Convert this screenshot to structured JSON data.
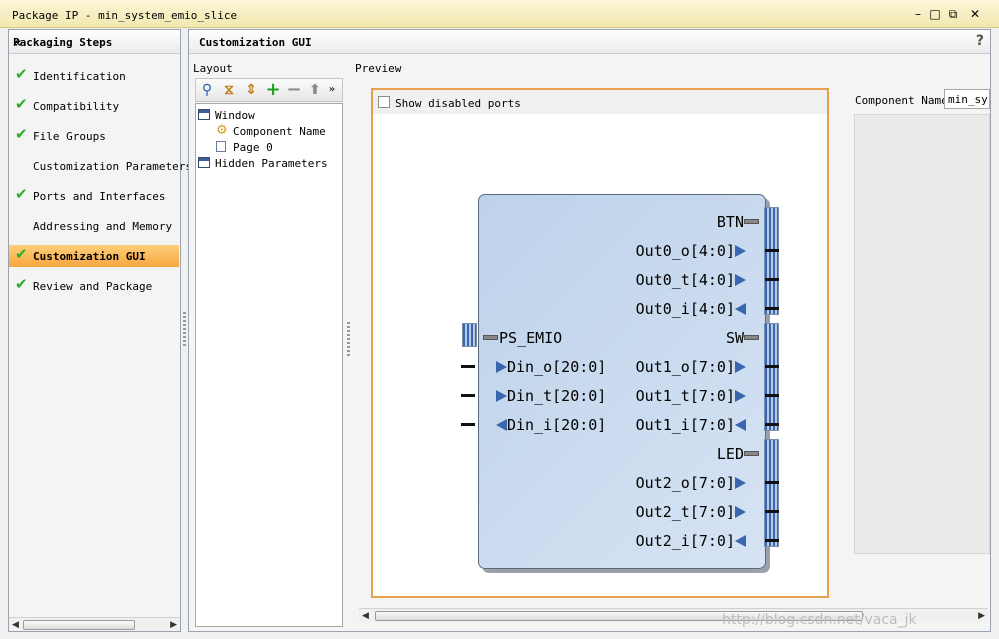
{
  "window": {
    "title": "Package IP - min_system_emio_slice"
  },
  "steps": {
    "header": "Packaging Steps",
    "items": [
      {
        "label": "Identification",
        "done": true
      },
      {
        "label": "Compatibility",
        "done": true
      },
      {
        "label": "File Groups",
        "done": true
      },
      {
        "label": "Customization Parameters",
        "done": false
      },
      {
        "label": "Ports and Interfaces",
        "done": true
      },
      {
        "label": "Addressing and Memory",
        "done": false
      },
      {
        "label": "Customization GUI",
        "done": true,
        "active": true
      },
      {
        "label": "Review and Package",
        "done": true
      }
    ]
  },
  "main": {
    "title": "Customization GUI",
    "help": "?",
    "layout_label": "Layout",
    "preview_label": "Preview",
    "tree": [
      {
        "label": "Window",
        "icon": "window-icon"
      },
      {
        "label": "Component Name",
        "icon": "gear-icon"
      },
      {
        "label": "Page 0",
        "icon": "page-icon"
      },
      {
        "label": "Hidden Parameters",
        "icon": "window-icon"
      }
    ],
    "show_disabled_ports": "Show disabled ports",
    "component_name_label": "Component Name",
    "component_name_value": "min_system_emio_slice"
  },
  "block": {
    "left_bus": "PS_EMIO",
    "left_ports": [
      "Din_o[20:0]",
      "Din_t[20:0]",
      "Din_i[20:0]"
    ],
    "right_groups": [
      {
        "bus": "BTN",
        "ports": [
          "Out0_o[4:0]",
          "Out0_t[4:0]",
          "Out0_i[4:0]"
        ]
      },
      {
        "bus": "SW",
        "ports": [
          "Out1_o[7:0]",
          "Out1_t[7:0]",
          "Out1_i[7:0]"
        ]
      },
      {
        "bus": "LED",
        "ports": [
          "Out2_o[7:0]",
          "Out2_t[7:0]",
          "Out2_i[7:0]"
        ]
      }
    ]
  },
  "watermark": "http://blog.csdn.net/vaca_jk",
  "colors": {
    "accent_orange": "#f7a53e",
    "check_green": "#2bac2b",
    "port_blue": "#3a66b0",
    "block_fill": "#c8daf0"
  }
}
